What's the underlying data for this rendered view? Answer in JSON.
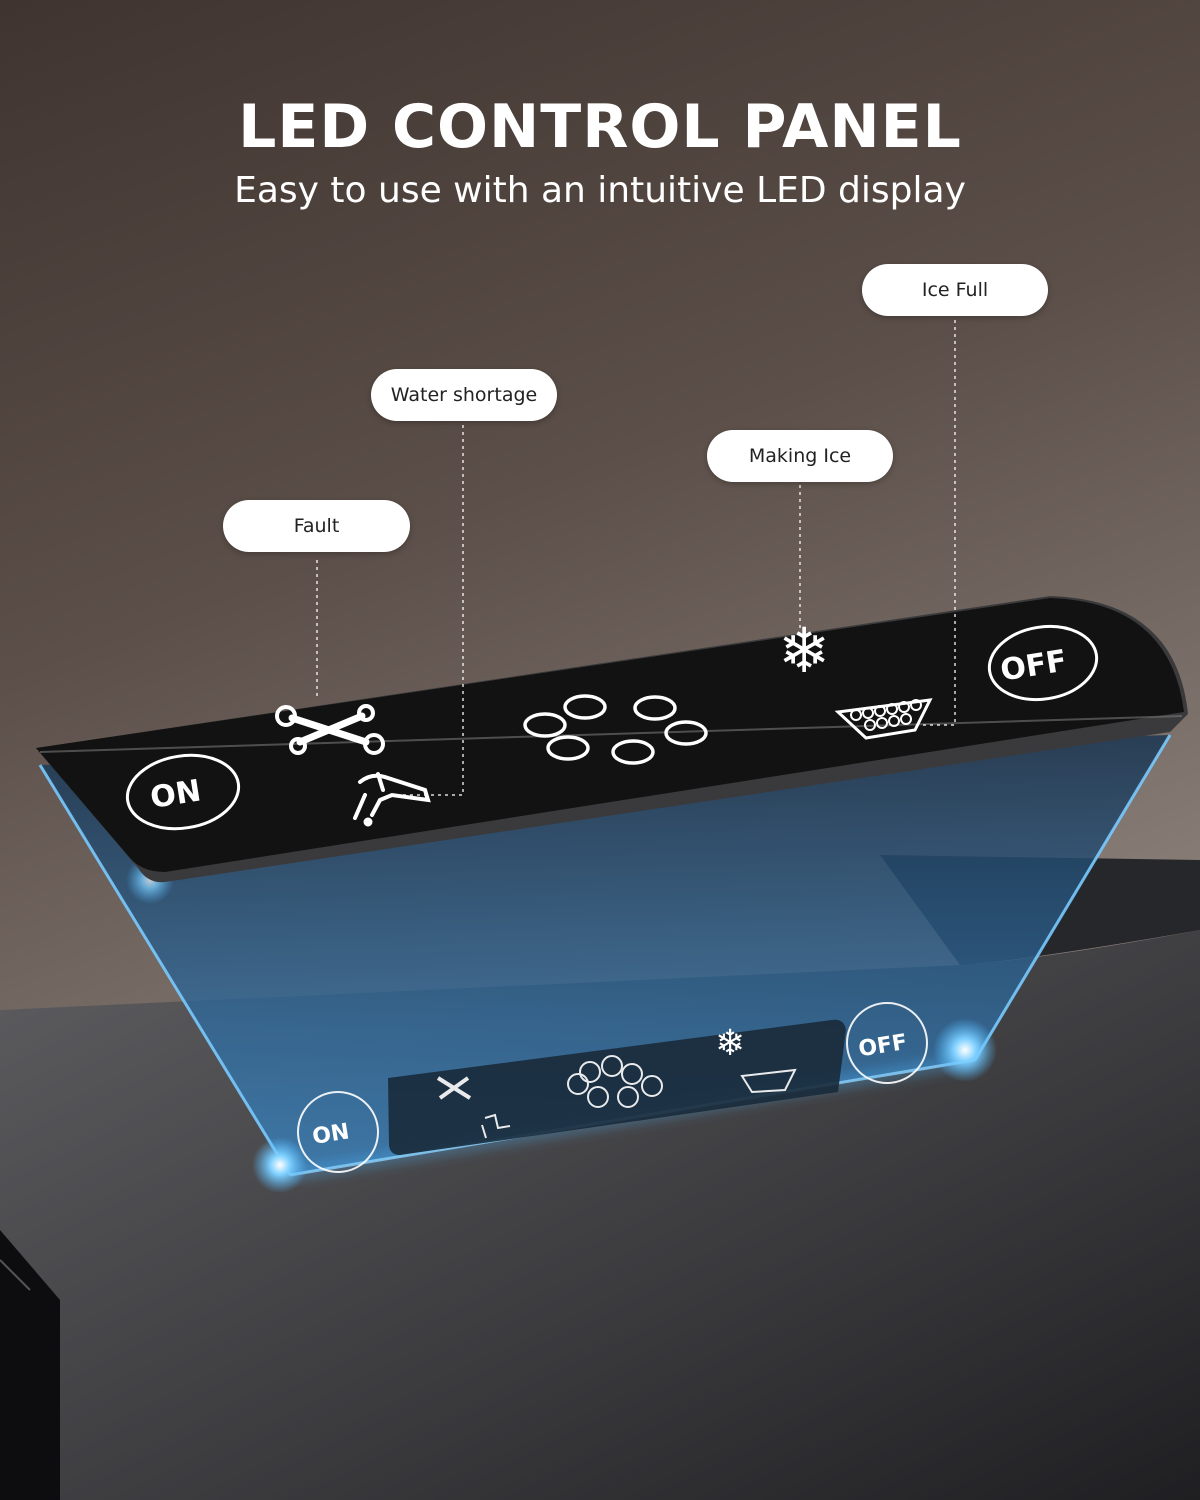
{
  "header": {
    "title": "LED CONTROL PANEL",
    "subtitle": "Easy to use with an intuitive LED display"
  },
  "callouts": {
    "fault": "Fault",
    "water_shortage": "Water shortage",
    "making_ice": "Making Ice",
    "ice_full": "Ice Full"
  },
  "panel": {
    "on_label": "ON",
    "off_label": "OFF",
    "icons": [
      "wrench-icon",
      "faucet-icon",
      "ice-cubes-icon",
      "snowflake-icon",
      "ice-basket-icon"
    ]
  },
  "colors": {
    "glow": "#4fb8ff",
    "panel": "#141414",
    "icon": "#ffffff"
  }
}
